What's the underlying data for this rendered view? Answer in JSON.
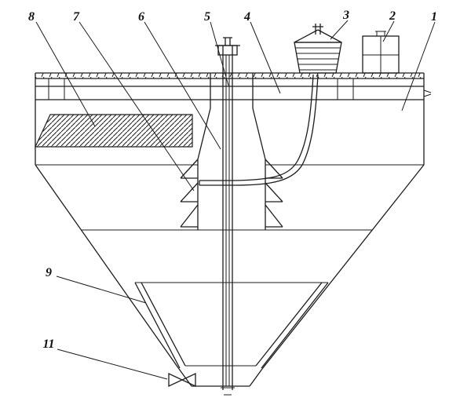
{
  "figure": {
    "background_color": "#ffffff",
    "line_color": "#1c1c1c"
  },
  "callouts": [
    {
      "id": "callout-8",
      "text": "8"
    },
    {
      "id": "callout-7",
      "text": "7"
    },
    {
      "id": "callout-6",
      "text": "6"
    },
    {
      "id": "callout-5",
      "text": "5"
    },
    {
      "id": "callout-4",
      "text": "4"
    },
    {
      "id": "callout-3",
      "text": "3"
    },
    {
      "id": "callout-2",
      "text": "2"
    },
    {
      "id": "callout-1",
      "text": "1"
    },
    {
      "id": "callout-9",
      "text": "9"
    },
    {
      "id": "callout-11",
      "text": "11"
    }
  ]
}
